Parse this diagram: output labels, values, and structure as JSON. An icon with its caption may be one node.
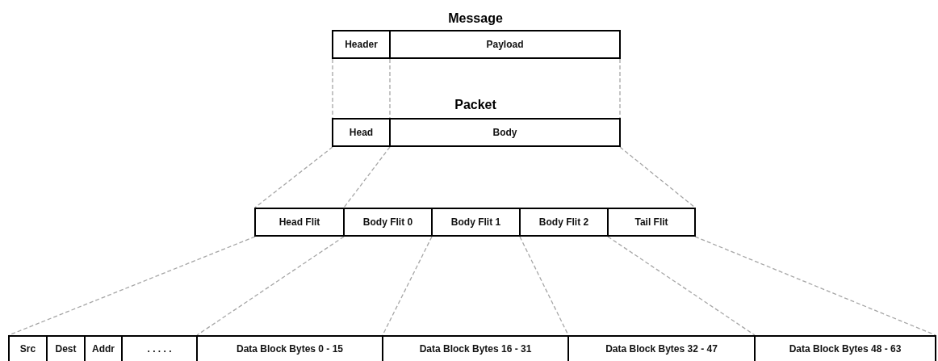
{
  "diagram": {
    "nodes": [
      {
        "text": [
          "Header"
        ]
      },
      {
        "text": [
          "Payload"
        ]
      },
      {
        "text": [
          "Head"
        ]
      },
      {
        "text": [
          "Body"
        ]
      },
      {
        "text": [
          "Head Flit"
        ]
      },
      {
        "text": [
          "Body Flit 0"
        ]
      },
      {
        "text": [
          "Body Flit 1"
        ]
      },
      {
        "text": [
          "Body Flit 2"
        ]
      },
      {
        "text": [
          "Tail Flit"
        ]
      },
      {
        "text": [
          "Src"
        ]
      },
      {
        "text": [
          "Dest"
        ]
      },
      {
        "text": [
          "Addr"
        ]
      },
      {
        "text": [
          ". . . . ."
        ]
      },
      {
        "text": [
          "Data Block Bytes 0 - 15"
        ]
      },
      {
        "text": [
          "Data Block Bytes 16 - 31"
        ]
      },
      {
        "text": [
          "Data Block Bytes 32 - 47"
        ]
      },
      {
        "text": [
          "Data Block Bytes 48 - 63"
        ]
      }
    ],
    "edges": [
      {
        "from": 0,
        "to": 2,
        "arrow": "none",
        "style": "dashed"
      },
      {
        "from": 1,
        "to": 3,
        "arrow": "none",
        "style": "dashed"
      },
      {
        "from": 1,
        "to": 3,
        "arrow": "none",
        "style": "dashed"
      },
      {
        "from": 2,
        "to": 4,
        "arrow": "none",
        "style": "dashed"
      },
      {
        "from": 3,
        "to": 5,
        "arrow": "none",
        "style": "dashed"
      },
      {
        "from": 3,
        "to": 8,
        "arrow": "none",
        "style": "dashed"
      },
      {
        "from": 4,
        "to": 9,
        "arrow": "none",
        "style": "dashed"
      },
      {
        "from": 5,
        "to": 13,
        "arrow": "none",
        "style": "dashed"
      },
      {
        "from": 6,
        "to": 14,
        "arrow": "none",
        "style": "dashed"
      },
      {
        "from": 7,
        "to": 15,
        "arrow": "none",
        "style": "dashed"
      },
      {
        "from": 8,
        "to": 16,
        "arrow": "none",
        "style": "dashed"
      },
      {
        "from": 8,
        "to": 16,
        "arrow": "none",
        "style": "dashed"
      }
    ],
    "labels": [
      "Message",
      "Packet"
    ]
  }
}
